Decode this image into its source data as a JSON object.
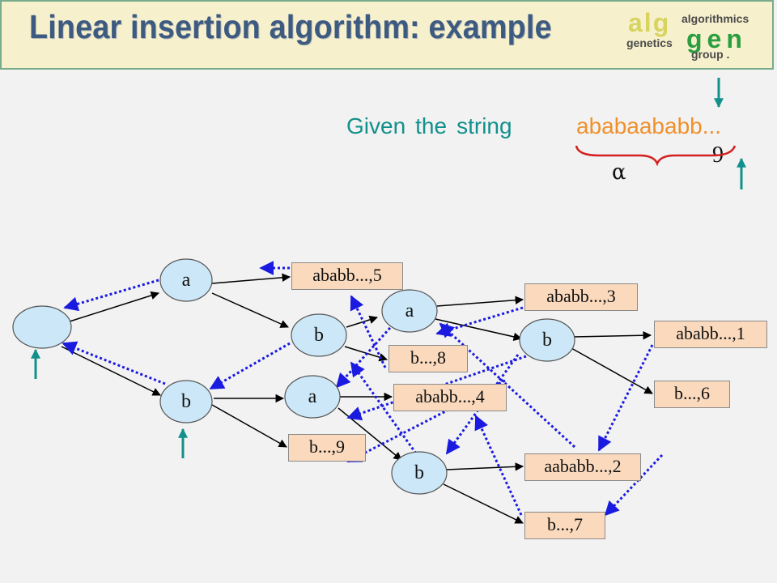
{
  "title": "Linear insertion algorithm: example",
  "logo": {
    "line1": "algorithmics",
    "line2": "genetics",
    "line3": "group .",
    "alg": "alg",
    "gen": "gen"
  },
  "given": {
    "word1": "Given",
    "word2": "the",
    "word3": "string",
    "value": "ababaababb..."
  },
  "annotations": {
    "position": "9",
    "alpha": "α"
  },
  "nodes": {
    "root": "",
    "a1": "a",
    "b1": "b",
    "b2": "b",
    "a3": "a",
    "a2": "a",
    "b3": "b",
    "b4": "b"
  },
  "leaves": {
    "l5": "ababb...,5",
    "l3": "ababb...,3",
    "l1": "ababb...,1",
    "l8": "b...,8",
    "l4": "ababb...,4",
    "l6": "b...,6",
    "l9": "b...,9",
    "l2": "aababb...,2",
    "l7": "b...,7"
  },
  "colors": {
    "teal": "#12908c",
    "orange": "#f0902c",
    "title": "#3d5a80",
    "link": "#1a1ae0",
    "brace": "#d42020",
    "leaf": "#fad9bd",
    "node": "#cce8f8"
  }
}
